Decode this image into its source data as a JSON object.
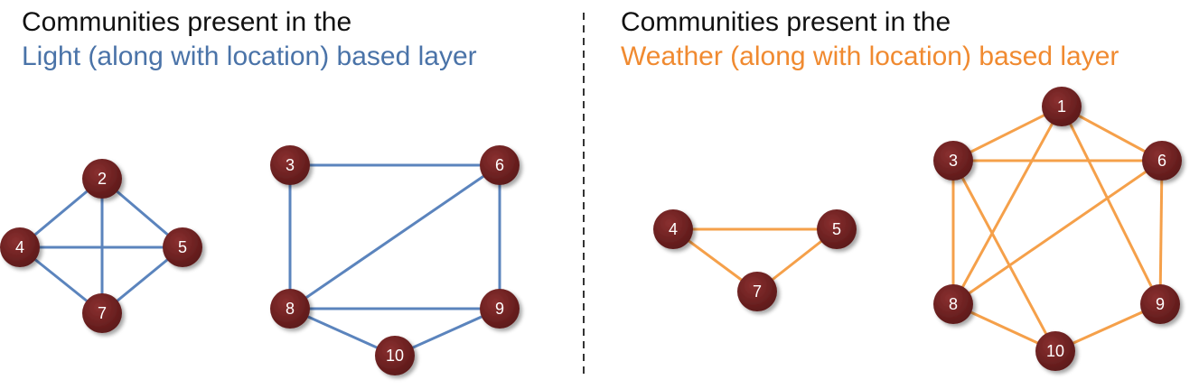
{
  "left": {
    "title_line1": "Communities present in the",
    "title_line2": "Light (along with location) based layer",
    "edge_color": "#5b84bd",
    "nodes": [
      {
        "id": "2",
        "label": "2"
      },
      {
        "id": "4",
        "label": "4"
      },
      {
        "id": "5",
        "label": "5"
      },
      {
        "id": "7",
        "label": "7"
      },
      {
        "id": "3",
        "label": "3"
      },
      {
        "id": "6",
        "label": "6"
      },
      {
        "id": "8",
        "label": "8"
      },
      {
        "id": "9",
        "label": "9"
      },
      {
        "id": "10",
        "label": "10"
      }
    ],
    "edges": [
      [
        "2",
        "4"
      ],
      [
        "2",
        "5"
      ],
      [
        "2",
        "7"
      ],
      [
        "4",
        "5"
      ],
      [
        "4",
        "7"
      ],
      [
        "5",
        "7"
      ],
      [
        "3",
        "6"
      ],
      [
        "3",
        "8"
      ],
      [
        "6",
        "8"
      ],
      [
        "6",
        "9"
      ],
      [
        "8",
        "9"
      ],
      [
        "8",
        "10"
      ],
      [
        "10",
        "9"
      ]
    ]
  },
  "right": {
    "title_line1": "Communities present in the",
    "title_line2": "Weather (along with location) based layer",
    "edge_color": "#f5a04a",
    "nodes": [
      {
        "id": "4",
        "label": "4"
      },
      {
        "id": "5",
        "label": "5"
      },
      {
        "id": "7",
        "label": "7"
      },
      {
        "id": "1",
        "label": "1"
      },
      {
        "id": "3",
        "label": "3"
      },
      {
        "id": "6",
        "label": "6"
      },
      {
        "id": "8",
        "label": "8"
      },
      {
        "id": "9",
        "label": "9"
      },
      {
        "id": "10",
        "label": "10"
      }
    ],
    "edges": [
      [
        "4",
        "5"
      ],
      [
        "4",
        "7"
      ],
      [
        "5",
        "7"
      ],
      [
        "1",
        "3"
      ],
      [
        "1",
        "6"
      ],
      [
        "1",
        "8"
      ],
      [
        "1",
        "9"
      ],
      [
        "3",
        "6"
      ],
      [
        "3",
        "8"
      ],
      [
        "3",
        "10"
      ],
      [
        "6",
        "8"
      ],
      [
        "6",
        "9"
      ],
      [
        "8",
        "10"
      ],
      [
        "10",
        "9"
      ]
    ]
  },
  "node_color": "#6b1f1f"
}
